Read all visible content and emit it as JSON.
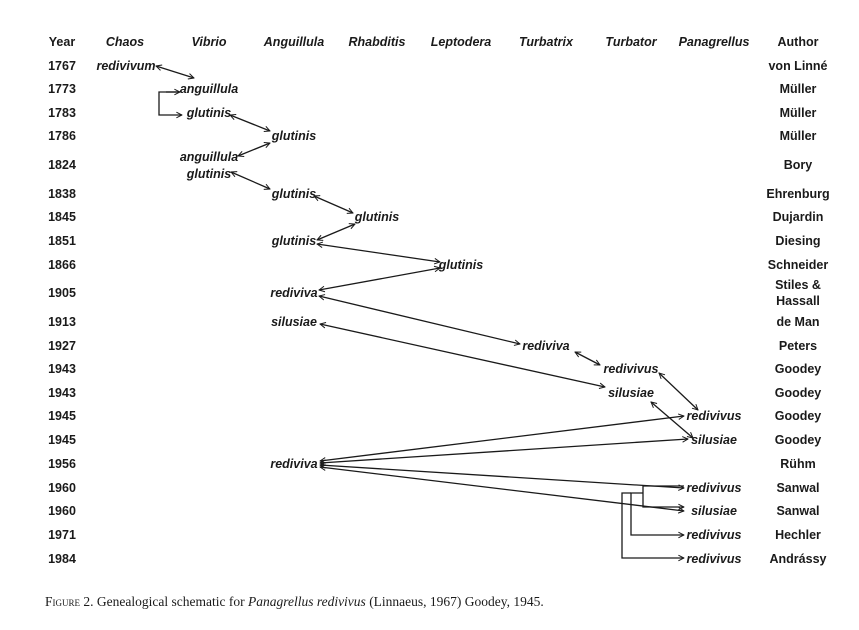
{
  "headers": {
    "year": "Year",
    "chaos": "Chaos",
    "vibrio": "Vibrio",
    "anguillula": "Anguillula",
    "rhabditis": "Rhabditis",
    "leptodera": "Leptodera",
    "turbatrix": "Turbatrix",
    "turbator": "Turbator",
    "panagrellus": "Panagrellus",
    "author": "Author"
  },
  "rows": [
    {
      "year": "1767",
      "author": "von Linné"
    },
    {
      "year": "1773",
      "author": "Müller"
    },
    {
      "year": "1783",
      "author": "Müller"
    },
    {
      "year": "1786",
      "author": "Müller"
    },
    {
      "year": "1824",
      "author": "Bory"
    },
    {
      "year": "1838",
      "author": "Ehrenburg"
    },
    {
      "year": "1845",
      "author": "Dujardin"
    },
    {
      "year": "1851",
      "author": "Diesing"
    },
    {
      "year": "1866",
      "author": "Schneider"
    },
    {
      "year": "1905",
      "author": "Stiles &",
      "author2": "Hassall"
    },
    {
      "year": "1913",
      "author": "de Man"
    },
    {
      "year": "1927",
      "author": "Peters"
    },
    {
      "year": "1943",
      "author": "Goodey"
    },
    {
      "year": "1943",
      "author": "Goodey"
    },
    {
      "year": "1945",
      "author": "Goodey"
    },
    {
      "year": "1945",
      "author": "Goodey"
    },
    {
      "year": "1956",
      "author": "Rühm"
    },
    {
      "year": "1960",
      "author": "Sanwal"
    },
    {
      "year": "1960",
      "author": "Sanwal"
    },
    {
      "year": "1971",
      "author": "Hechler"
    },
    {
      "year": "1984",
      "author": "Andrássy"
    }
  ],
  "names": {
    "n1767_chaos": "redivivum",
    "n1773_vibrio": "anguillula",
    "n1783_vibrio": "glutinis",
    "n1786_anguillula": "glutinis",
    "n1824_vibrio_a": "anguillula",
    "n1824_vibrio_b": "glutinis",
    "n1838_anguillula": "glutinis",
    "n1845_rhabditis": "glutinis",
    "n1851_anguillula": "glutinis",
    "n1866_leptodera": "glutinis",
    "n1905_anguillula": "rediviva",
    "n1913_anguillula": "silusiae",
    "n1927_turbatrix": "rediviva",
    "n1943_turbator_r": "redivivus",
    "n1943_turbator_s": "silusiae",
    "n1945_panagrellus_r": "redivivus",
    "n1945_panagrellus_s": "silusiae",
    "n1956_anguillula": "rediviva",
    "n1960_panagrellus_r": "redivivus",
    "n1960_panagrellus_s": "silusiae",
    "n1971_panagrellus": "redivivus",
    "n1984_panagrellus": "redivivus"
  },
  "caption": {
    "label": "Figure 2",
    "text_before": ". Genealogical schematic for ",
    "species": "Panagrellus redivivus",
    "text_after": " (Linnaeus, 1967) Goodey, 1945."
  },
  "colors": {
    "ink": "#1a1a1a",
    "background": "#ffffff"
  }
}
